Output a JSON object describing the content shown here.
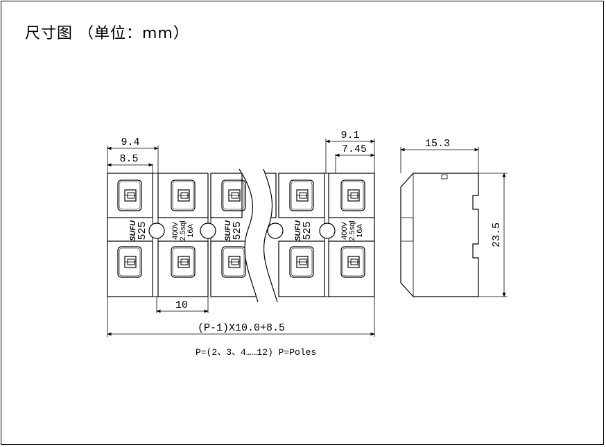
{
  "title": "尺寸图 （单位：mm）",
  "dimensions": {
    "d_9_4": "9.4",
    "d_8_5": "8.5",
    "d_9_1": "9.1",
    "d_7_45": "7.45",
    "d_15_3": "15.3",
    "d_23_5": "23.5",
    "d_10": "10",
    "d_total": "(P-1)X10.0+8.5"
  },
  "markings": {
    "brand": "SUFU",
    "model": "525",
    "voltage": "400V",
    "section": "2.5sql",
    "current": "16A"
  },
  "note": "P=(2、3、4……12) P=Poles"
}
